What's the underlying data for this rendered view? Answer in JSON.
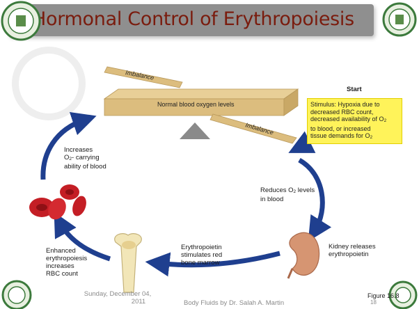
{
  "slide": {
    "title": "Hormonal Control of Erythropoiesis"
  },
  "diagram": {
    "balance": {
      "imbalance_top": "Imbalance",
      "normal": "Normal blood oxygen levels",
      "imbalance_bottom": "Imbalance"
    },
    "start_label": "Start",
    "stimulus": {
      "line1": "Stimulus: Hypoxia due to",
      "line2": "decreased RBC count,",
      "line3a": "decreased availability of  O",
      "line3_sub": "2",
      "line4": "to blood, or increased",
      "line5a": "tissue demands for O",
      "line5_sub": "2"
    },
    "reduces": {
      "line1a": "Reduces O",
      "line1_sub": "2",
      "line1b": " levels",
      "line2": "in blood"
    },
    "kidney": {
      "line1": "Kidney releases",
      "line2": "erythropoietin"
    },
    "epo": {
      "line1": "Erythropoietin",
      "line2": "stimulates red",
      "line3": "bone marrow"
    },
    "enhanced": {
      "line1": "Enhanced",
      "line2": "erythropoiesis",
      "line3": "increases",
      "line4": "RBC count"
    },
    "increases": {
      "line1": "Increases",
      "line2a": "O",
      "line2_sub": "2",
      "line2b": "- carrying",
      "line3": "ability of blood"
    },
    "colors": {
      "arrow": "#1f3f8f",
      "plank": "#dcbd7e",
      "stimulus_box": "#fff35a",
      "title_bar": "#8f8f8f",
      "title_text": "#7a1c0e",
      "rbc": "#c41e25"
    }
  },
  "footer": {
    "date_line1": "Sunday, December 04,",
    "date_line2": "2011",
    "author": "Body Fluids by Dr. Salah A. Martin",
    "figure": "Figure 16.8",
    "page": "18"
  },
  "icons": [
    "university-seal-icon",
    "red-blood-cells-icon",
    "bone-icon",
    "kidney-icon"
  ]
}
